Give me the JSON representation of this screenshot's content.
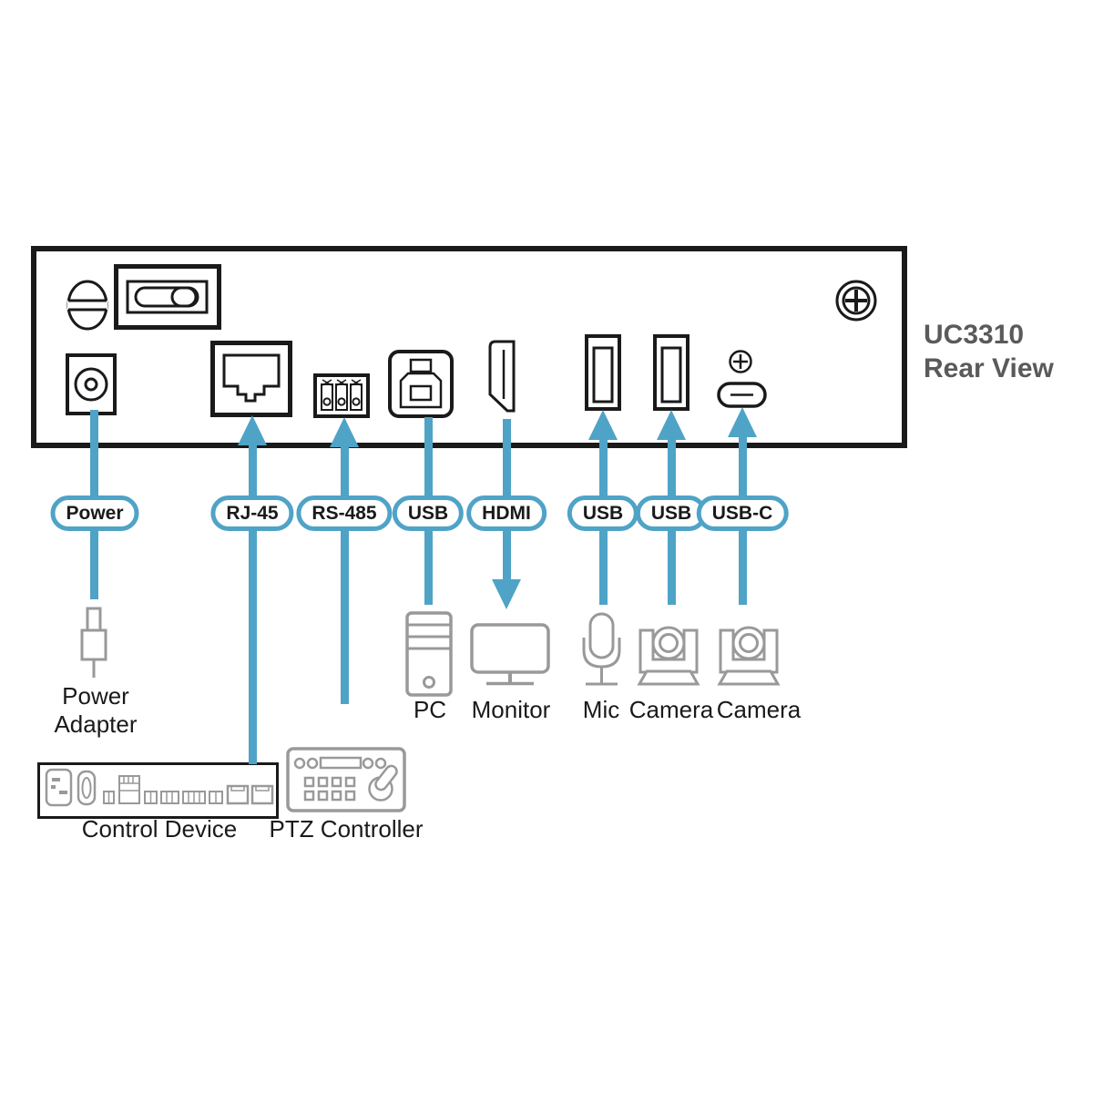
{
  "title": {
    "model": "UC3310",
    "view": "Rear View"
  },
  "ports": {
    "labels": [
      "Power",
      "RJ-45",
      "RS-485",
      "USB",
      "HDMI",
      "USB",
      "USB",
      "USB-C"
    ]
  },
  "devices": [
    {
      "name": "power-adapter",
      "label": "Power Adapter"
    },
    {
      "name": "pc",
      "label": "PC"
    },
    {
      "name": "monitor",
      "label": "Monitor"
    },
    {
      "name": "mic",
      "label": "Mic"
    },
    {
      "name": "camera-1",
      "label": "Camera"
    },
    {
      "name": "camera-2",
      "label": "Camera"
    },
    {
      "name": "control-device",
      "label": "Control Device"
    },
    {
      "name": "ptz-controller",
      "label": "PTZ Controller"
    }
  ],
  "colors": {
    "line_blue": "#4FA3C7",
    "icon_gray": "#999999",
    "panel_border": "#1A1A1A",
    "title_text": "#5A5A5A",
    "label_text": "#1A1A1A"
  }
}
